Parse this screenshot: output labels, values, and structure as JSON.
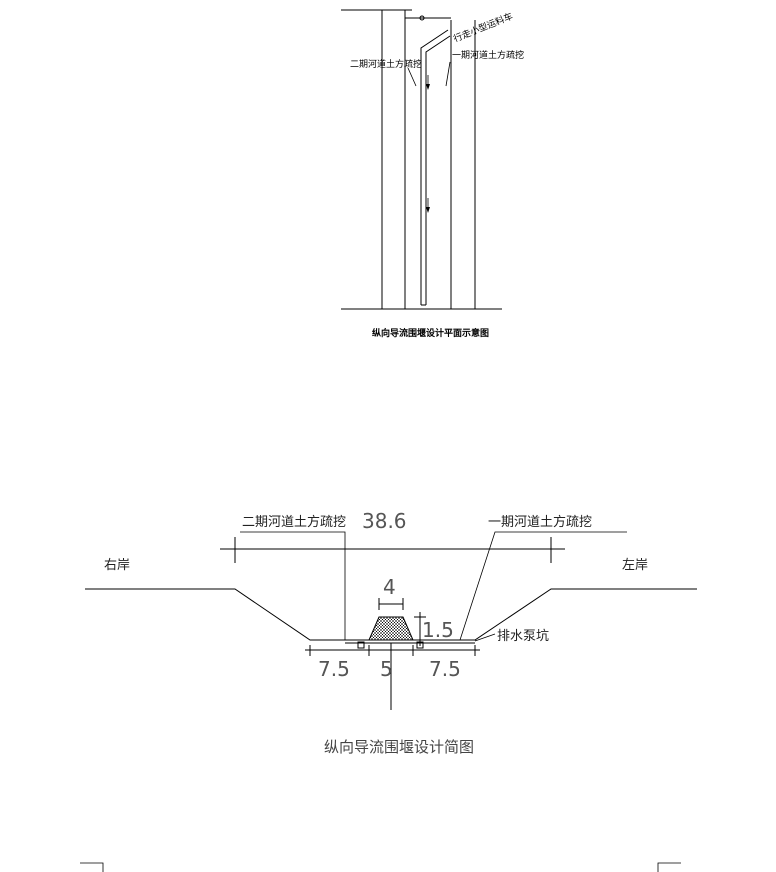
{
  "plan": {
    "label_phase2": "二期河道土方疏挖",
    "label_phase1": "一期河道土方疏挖",
    "label_vehicle": "行走小型运料车",
    "caption": "纵向导流围堰设计平面示意图"
  },
  "section": {
    "label_phase2": "二期河道土方疏挖",
    "label_phase1": "一期河道土方疏挖",
    "label_right_bank": "右岸",
    "label_left_bank": "左岸",
    "label_pump_pit": "排水泵坑",
    "dim_total_width": "38.6",
    "dim_top_width": "4",
    "dim_height": "1.5",
    "dim_left": "7.5",
    "dim_middle": "5",
    "dim_right": "7.5",
    "caption": "纵向导流围堰设计简图"
  }
}
